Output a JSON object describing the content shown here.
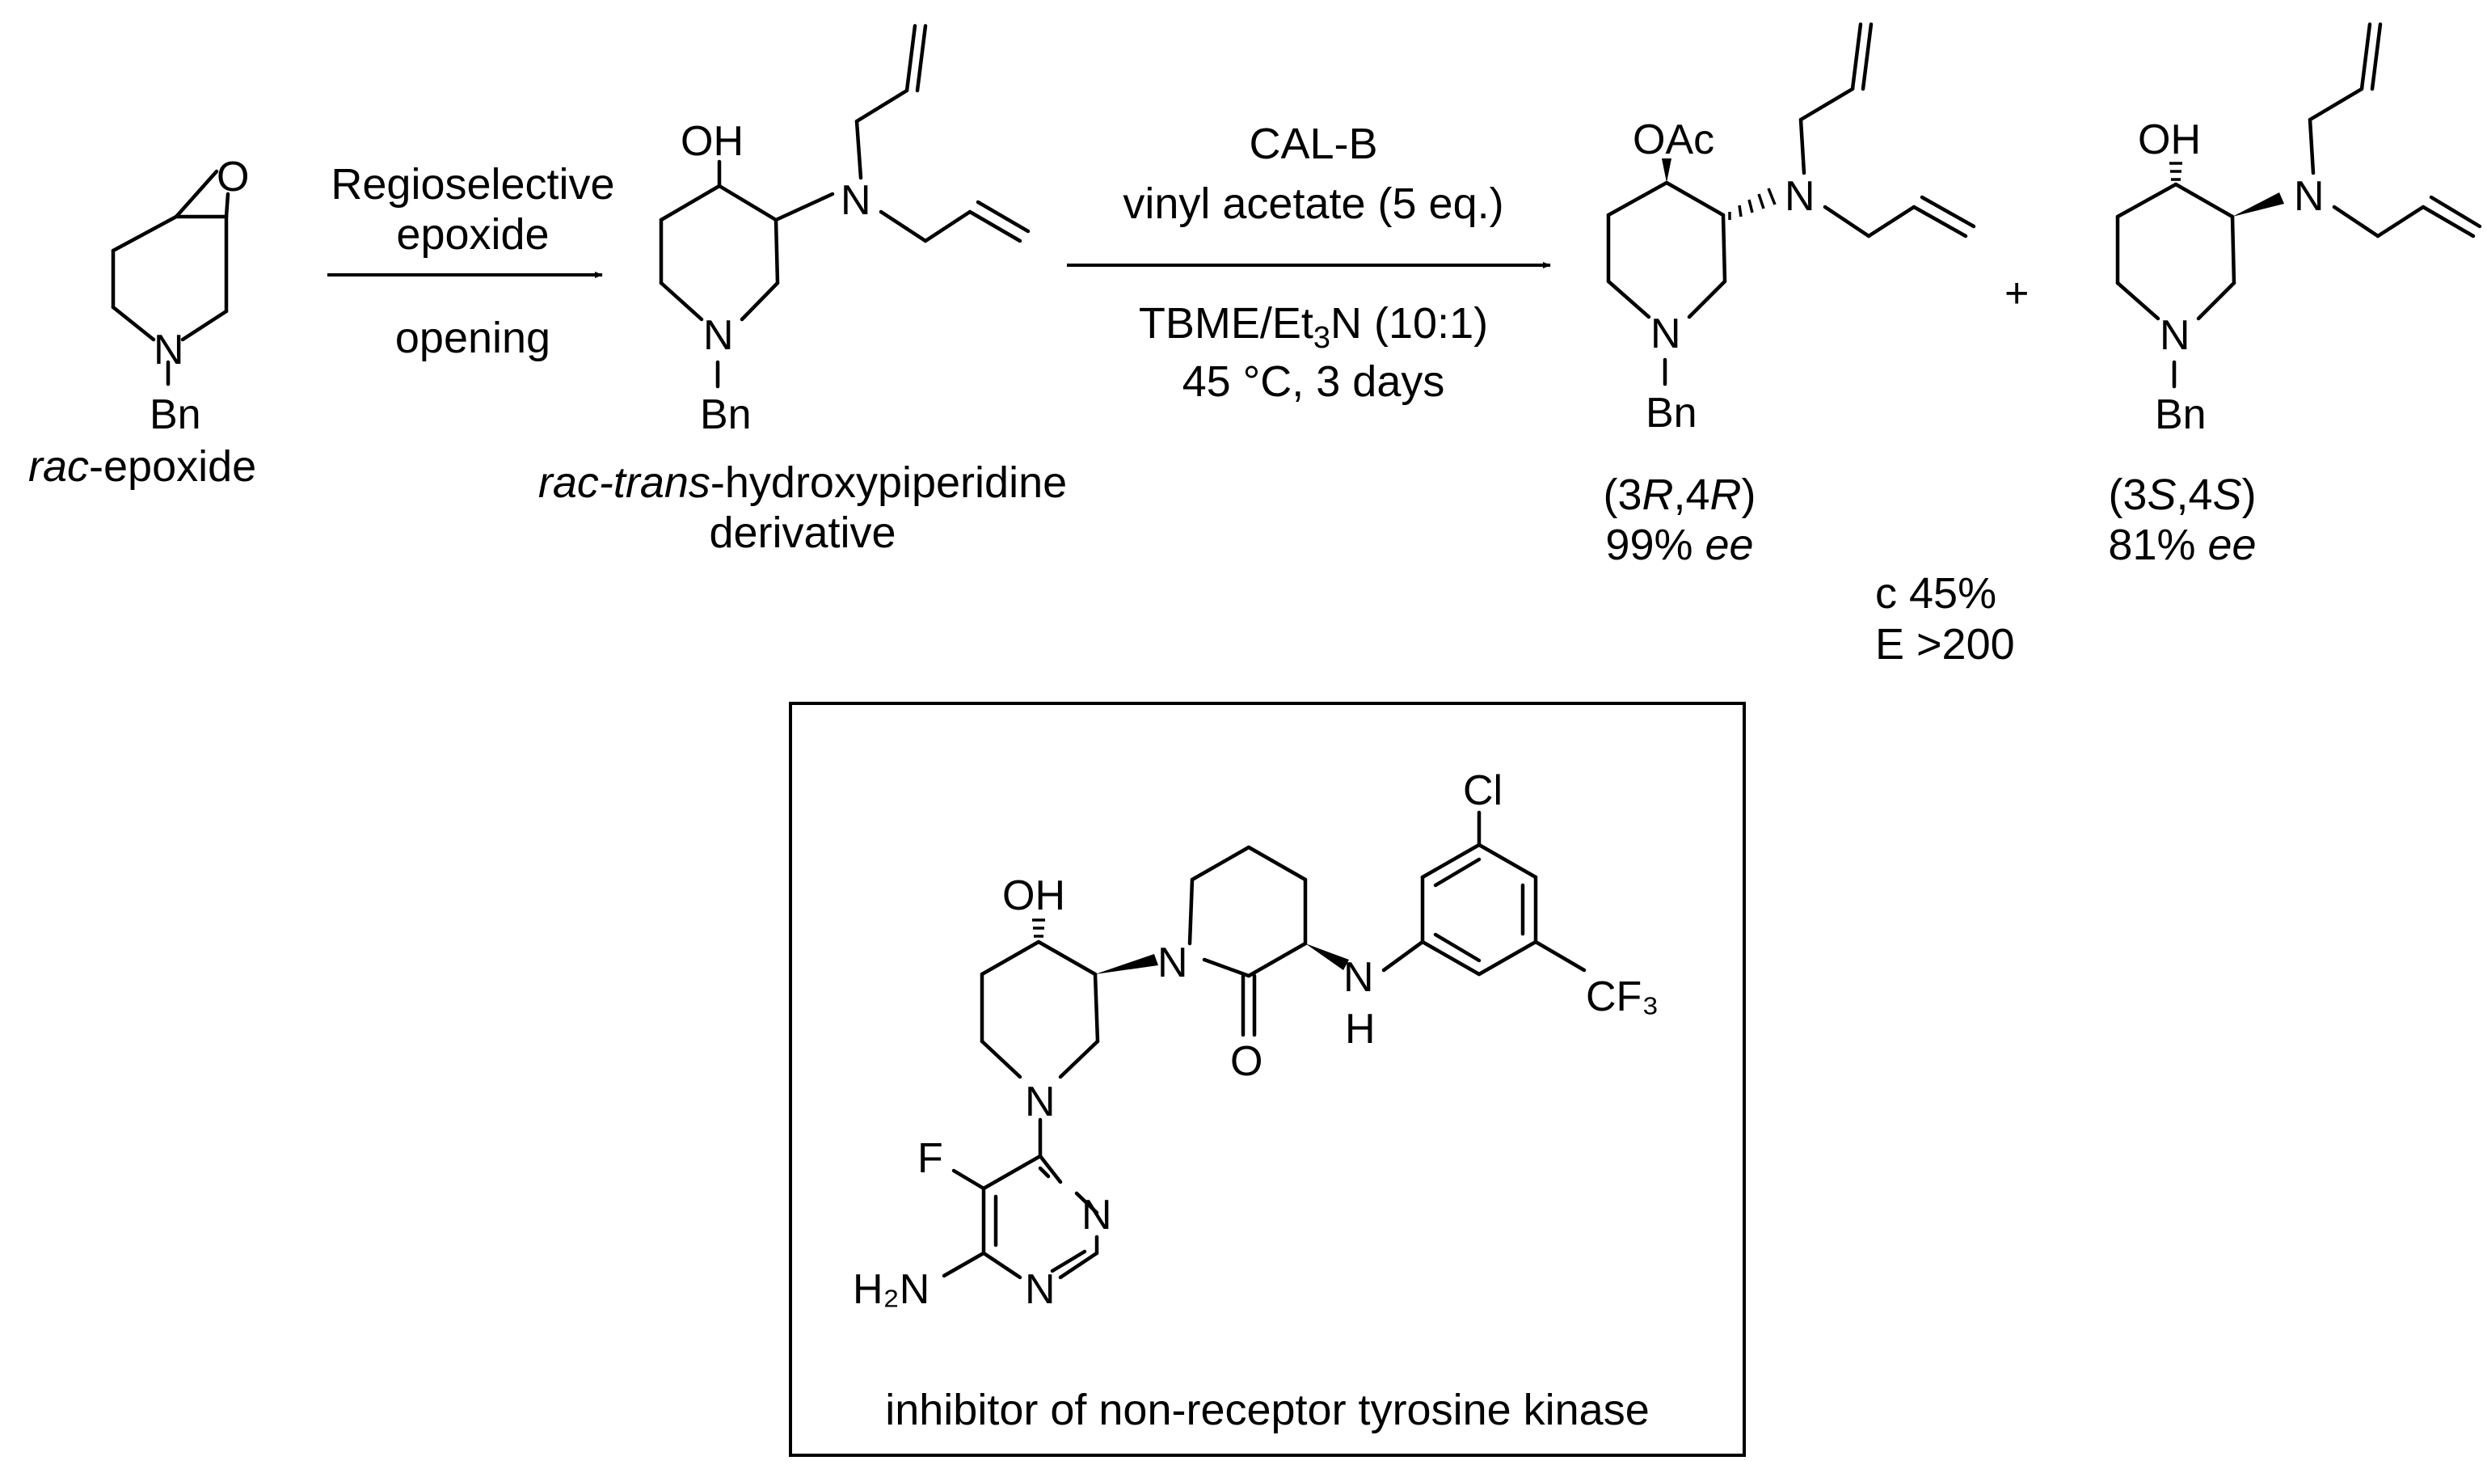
{
  "atoms": {
    "o": "O",
    "n": "N",
    "oh": "OH",
    "oac": "OAc",
    "bn": "Bn",
    "cl": "Cl",
    "f": "F",
    "h": "H",
    "h2n": "H₂N",
    "cf3": "CF₃"
  },
  "epoxide": {
    "label_italic": "rac",
    "label_rest": "-epoxide"
  },
  "step1": {
    "line1": "Regioselective",
    "line2": "epoxide",
    "line3": "opening"
  },
  "intermediate": {
    "label_italic1": "rac-trans",
    "label_rest1": "-hydroxypiperidine",
    "label_line2": "derivative"
  },
  "step2": {
    "enzyme": "CAL-B",
    "acyl_donor": "vinyl acetate (5 eq.)",
    "solvent_a": "TBME/Et",
    "solvent_sub": "3",
    "solvent_b": "N (10:1)",
    "conditions": "45 °C, 3 days"
  },
  "product_ester": {
    "config_open": "(3",
    "config_r1": "R",
    "config_mid": ",4",
    "config_r2": "R",
    "config_close": ")",
    "ee_value": "99% ",
    "ee_label": "ee"
  },
  "plus": "+",
  "product_alcohol": {
    "config_open": "(3",
    "config_s1": "S",
    "config_mid": ",4",
    "config_s2": "S",
    "config_close": ")",
    "ee_value": "81% ",
    "ee_label": "ee"
  },
  "kinetics": {
    "conversion": "c 45%",
    "selectivity": "E >200"
  },
  "inhibitor": {
    "caption": "inhibitor of non-receptor tyrosine kinase"
  }
}
